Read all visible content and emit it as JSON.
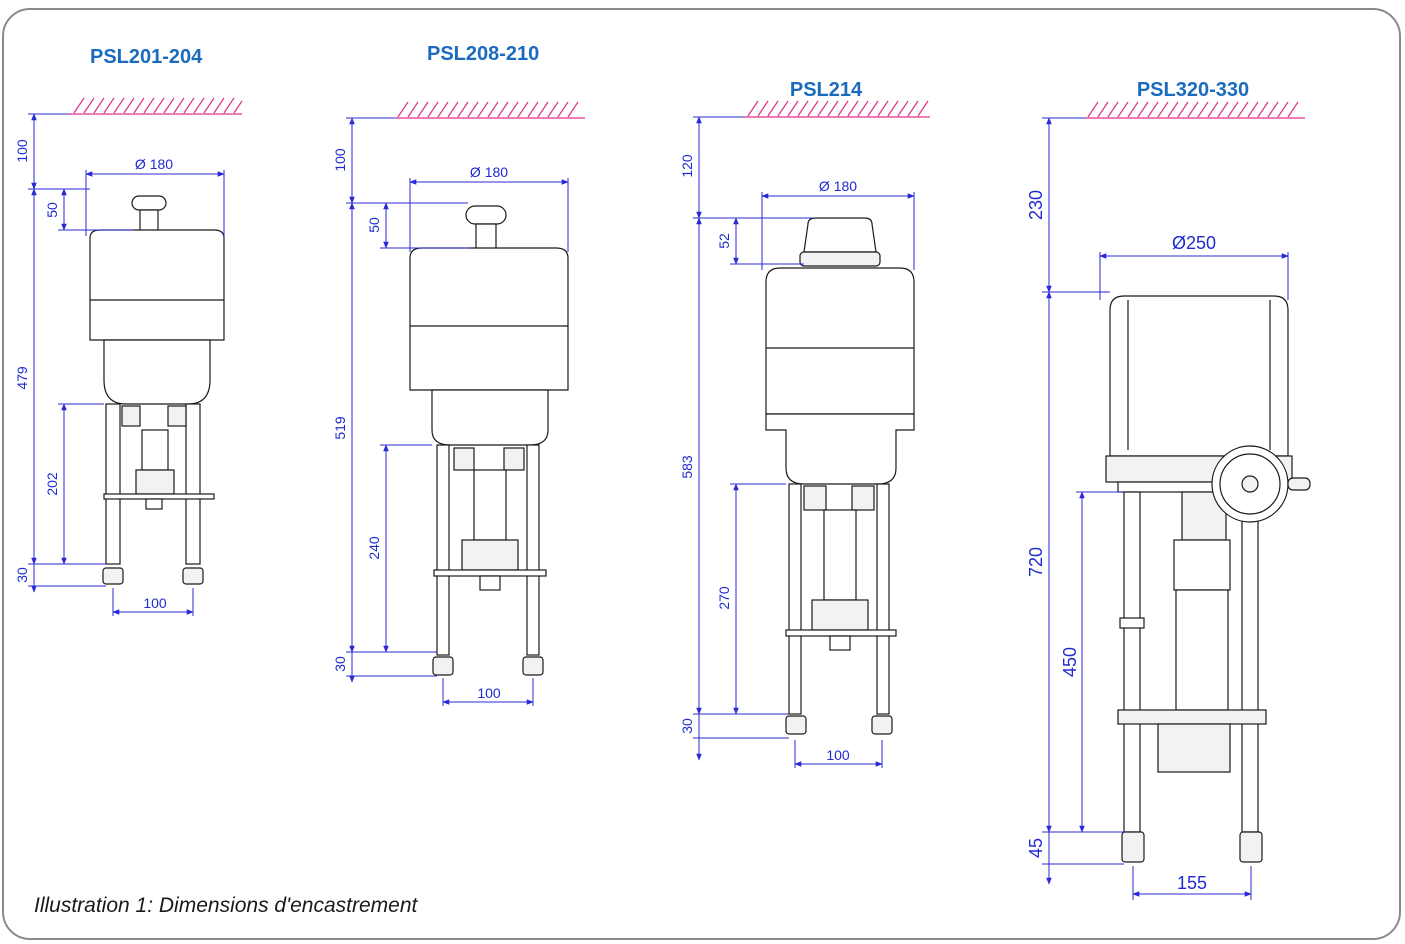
{
  "caption": "Illustration 1: Dimensions d'encastrement",
  "actuators": [
    {
      "model": "PSL201-204",
      "diameter": "Ø 180",
      "top_clearance": "100",
      "handle_height": "50",
      "total_height": "479",
      "stroke_height": "202",
      "foot_height": "30",
      "column_spacing": "100"
    },
    {
      "model": "PSL208-210",
      "diameter": "Ø 180",
      "top_clearance": "100",
      "handle_height": "50",
      "total_height": "519",
      "stroke_height": "240",
      "foot_height": "30",
      "column_spacing": "100"
    },
    {
      "model": "PSL214",
      "diameter": "Ø 180",
      "top_clearance": "120",
      "handle_height": "52",
      "total_height": "583",
      "stroke_height": "270",
      "foot_height": "30",
      "column_spacing": "100"
    },
    {
      "model": "PSL320-330",
      "diameter": "Ø250",
      "top_clearance": "230",
      "total_height": "720",
      "stroke_height": "450",
      "foot_height": "45",
      "column_spacing": "155"
    }
  ]
}
